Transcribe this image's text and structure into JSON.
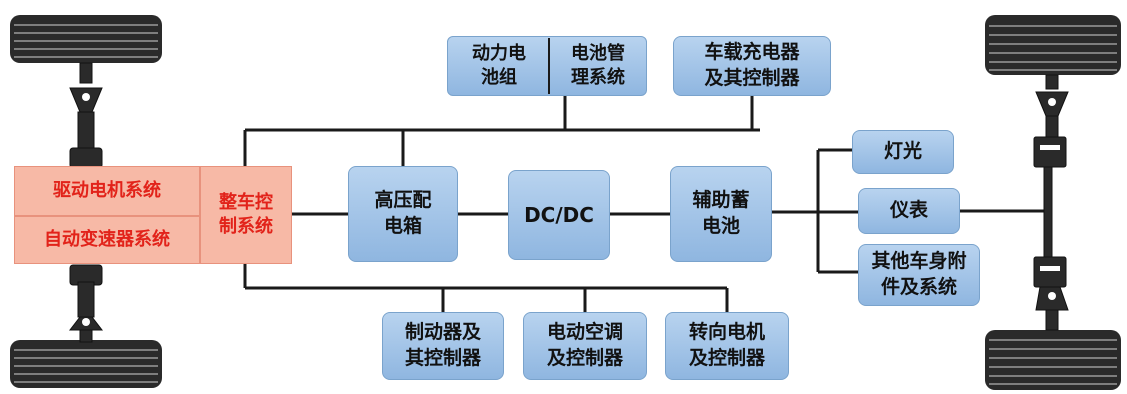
{
  "nodes": {
    "drive_motor": "驱动电机系统",
    "auto_transmission": "自动变速器系统",
    "vcu": "整车控\n制系统",
    "pdu": "高压配\n电箱",
    "dcdc": "DC/DC",
    "aux_battery": "辅助蓄\n电池",
    "battery_pack": "动力电\n池组",
    "bms": "电池管\n理系统",
    "onboard_charger": "车载充电器\n及其控制器",
    "brake": "制动器及\n其控制器",
    "ac": "电动空调\n及控制器",
    "steering": "转向电机\n及控制器",
    "lights": "灯光",
    "instruments": "仪表",
    "body_accessories": "其他车身附\n件及系统"
  },
  "colors": {
    "box_fill": "#a9c8ea",
    "box_border": "#7aa3cc",
    "highlight_fill": "#f7b9a6",
    "highlight_text": "#e2231a",
    "line": "#1a1a1a"
  }
}
